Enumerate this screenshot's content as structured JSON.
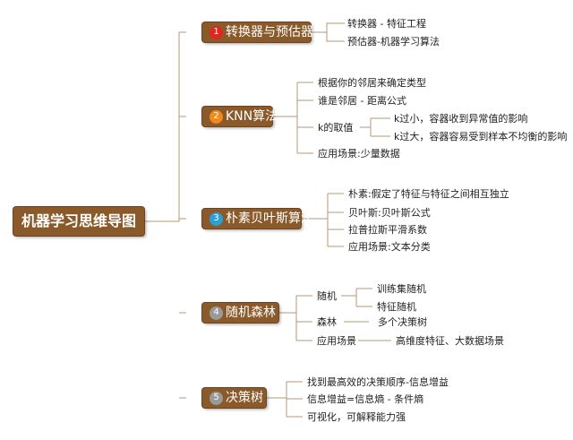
{
  "root": {
    "label": "机器学习思维导图"
  },
  "branches": [
    {
      "number": "1",
      "color": "#e0261e",
      "label": "转换器与预估器",
      "items": [
        {
          "label": "转换器 - 特征工程"
        },
        {
          "label": "预估器-机器学习算法"
        }
      ]
    },
    {
      "number": "2",
      "color": "#f08a1c",
      "label": "KNN算法",
      "items": [
        {
          "label": "根据你的邻居来确定类型"
        },
        {
          "label": "谁是邻居 - 距离公式"
        },
        {
          "label": "k的取值",
          "children": [
            "k过小，容器收到异常值的影响",
            "k过大，容器容易受到样本不均衡的影响"
          ]
        },
        {
          "label": "应用场景:少量数据"
        }
      ]
    },
    {
      "number": "3",
      "color": "#2a9fd8",
      "label": "朴素贝叶斯算法",
      "items": [
        {
          "label": "朴素:假定了特征与特征之间相互独立"
        },
        {
          "label": "贝叶斯:贝叶斯公式"
        },
        {
          "label": "拉普拉斯平滑系数"
        },
        {
          "label": "应用场景:文本分类"
        }
      ]
    },
    {
      "number": "4",
      "color": "#9a9a9a",
      "label": "随机森林",
      "items": [
        {
          "label": "随机",
          "children": [
            "训练集随机",
            "特征随机"
          ]
        },
        {
          "label": "森林",
          "children": [
            "多个决策树"
          ]
        },
        {
          "label": "应用场景",
          "children": [
            "高维度特征、大数据场景"
          ]
        }
      ]
    },
    {
      "number": "5",
      "color": "#9a9a9a",
      "label": "决策树",
      "items": [
        {
          "label": "找到最高效的决策顺序-信息增益"
        },
        {
          "label": "信息增益=信息熵 - 条件熵"
        },
        {
          "label": "可视化，可解释能力强"
        }
      ]
    }
  ],
  "colors": {
    "node_fill": "#8b5a2b",
    "connector": "#b89474"
  }
}
